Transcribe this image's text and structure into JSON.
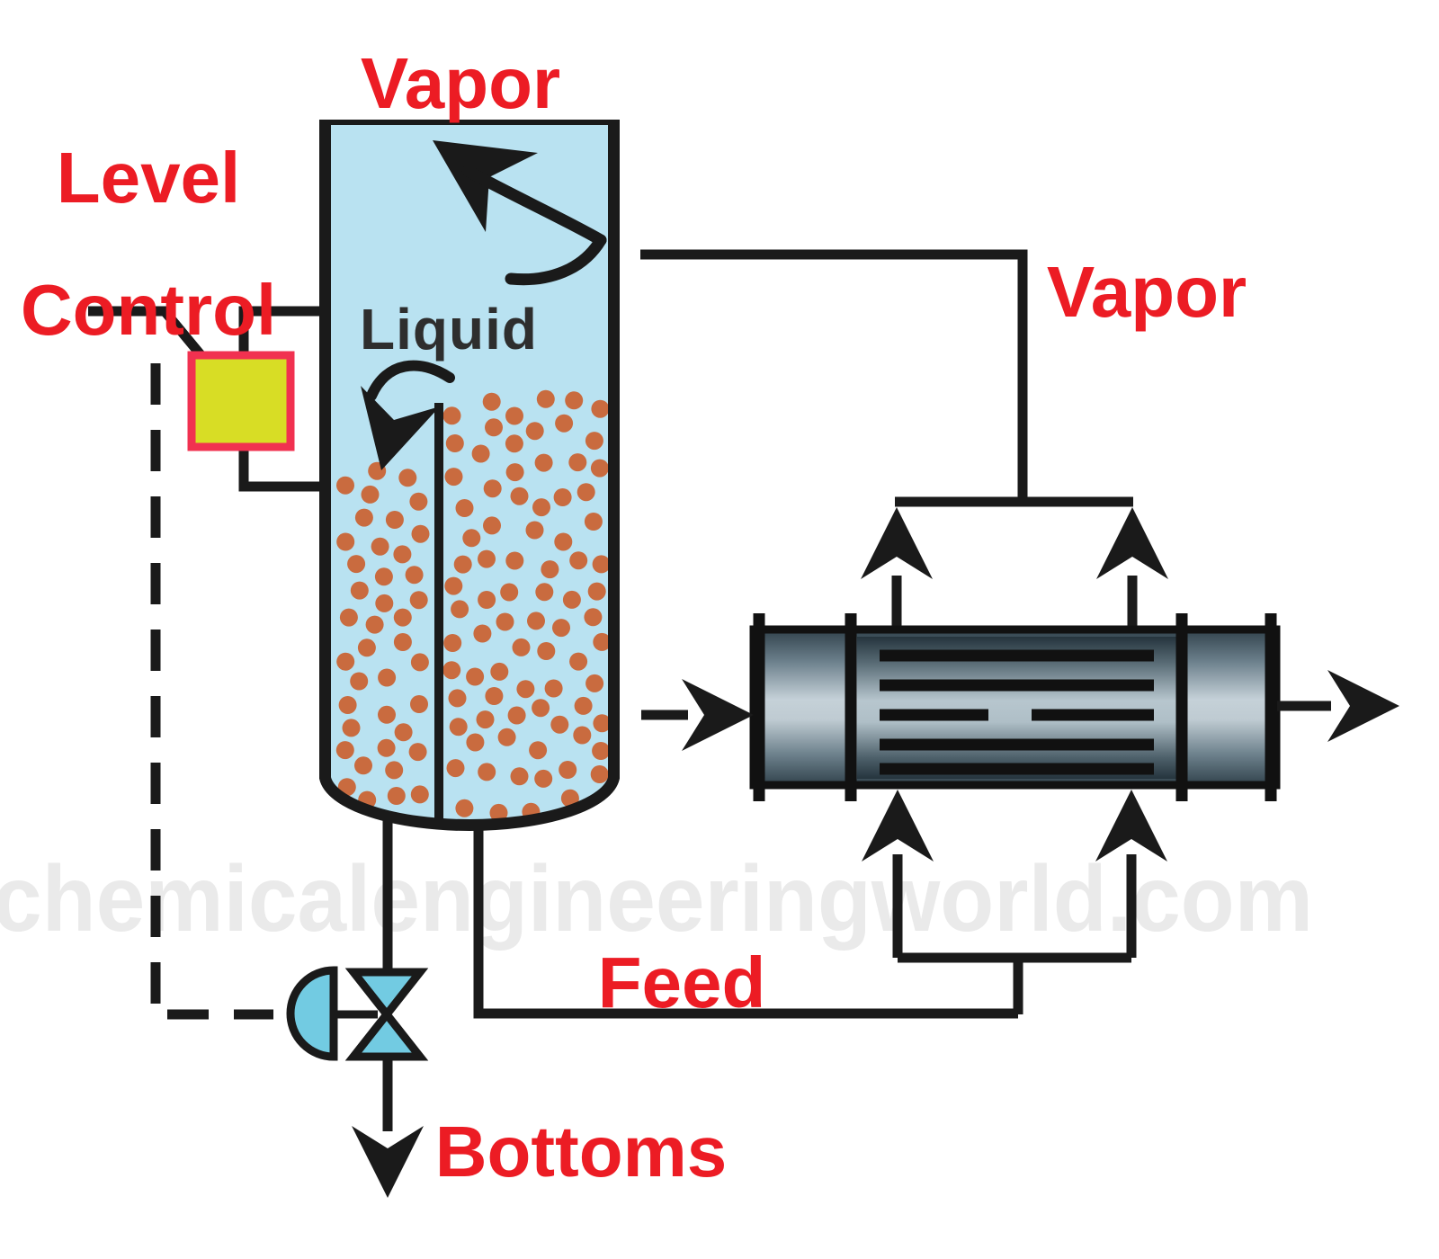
{
  "labels": {
    "vapor_top": "Vapor",
    "level_control_line1": "Level",
    "level_control_line2": "Control",
    "liquid": "Liquid",
    "vapor_right": "Vapor",
    "feed": "Feed",
    "bottoms": "Bottoms",
    "watermark": "chemicalengineeringworld.com"
  },
  "colors": {
    "label": "#EC1C24",
    "liquid_label": "#2E2E2E",
    "watermark": "#EAEAEA",
    "line": "#1a1a1a",
    "vessel_fill": "#B9E2F1",
    "dots": "#C96B3F",
    "valve_fill": "#72CBE2",
    "controller_fill": "#D8DD25",
    "controller_border": "#F13150"
  },
  "dots": {
    "left_count": 46,
    "right_count": 84,
    "radius": 10
  }
}
